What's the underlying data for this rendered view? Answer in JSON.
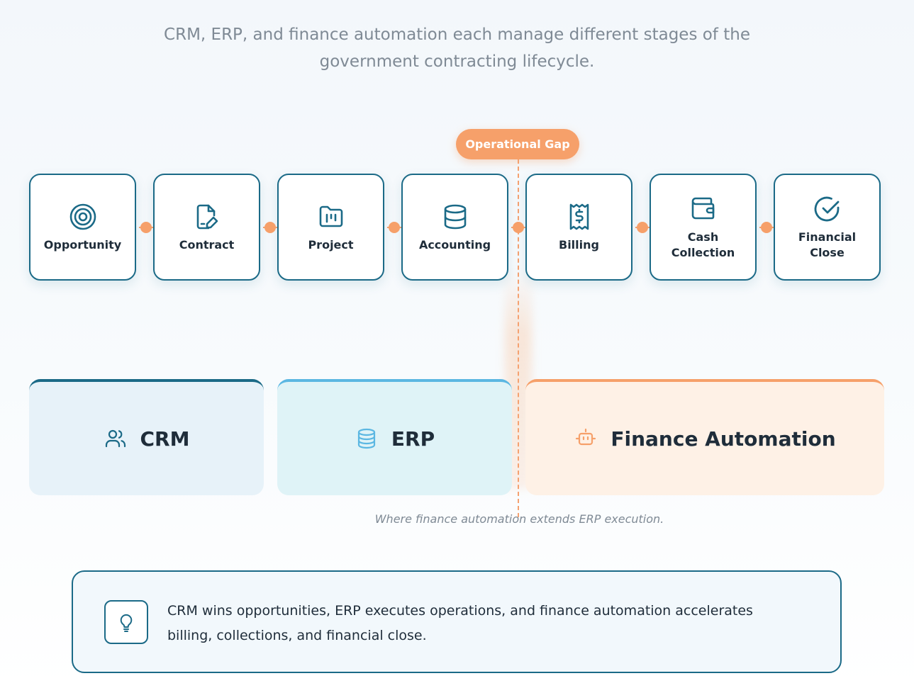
{
  "subtitle": {
    "line1": "CRM, ERP, and finance automation each manage different stages of the",
    "line2": "government contracting lifecycle."
  },
  "operational_gap": {
    "label": "Operational Gap"
  },
  "stages": [
    {
      "label": "Opportunity",
      "icon": "target-icon"
    },
    {
      "label": "Contract",
      "icon": "contract-edit-icon"
    },
    {
      "label": "Project",
      "icon": "folder-kanban-icon"
    },
    {
      "label": "Accounting",
      "icon": "database-icon"
    },
    {
      "label": "Billing",
      "icon": "receipt-dollar-icon"
    },
    {
      "label": "Cash Collection",
      "icon": "wallet-icon"
    },
    {
      "label": "Financial Close",
      "icon": "check-circle-icon"
    }
  ],
  "systems": {
    "crm": {
      "name": "CRM",
      "icon": "users-icon",
      "color": "#1b6a87"
    },
    "erp": {
      "name": "ERP",
      "icon": "database-icon",
      "color": "#5bb7e2"
    },
    "finance_automation": {
      "name": "Finance Automation",
      "icon": "bot-icon",
      "color": "#f6a06a"
    }
  },
  "caption": "Where finance automation extends ERP execution.",
  "insight": {
    "icon": "lightbulb-icon",
    "text": "CRM wins opportunities, ERP executes operations, and finance automation accelerates billing, collections, and financial close."
  },
  "colors": {
    "primary": "#1b6a87",
    "accent": "#f6a06a",
    "erp": "#5bb7e2"
  }
}
